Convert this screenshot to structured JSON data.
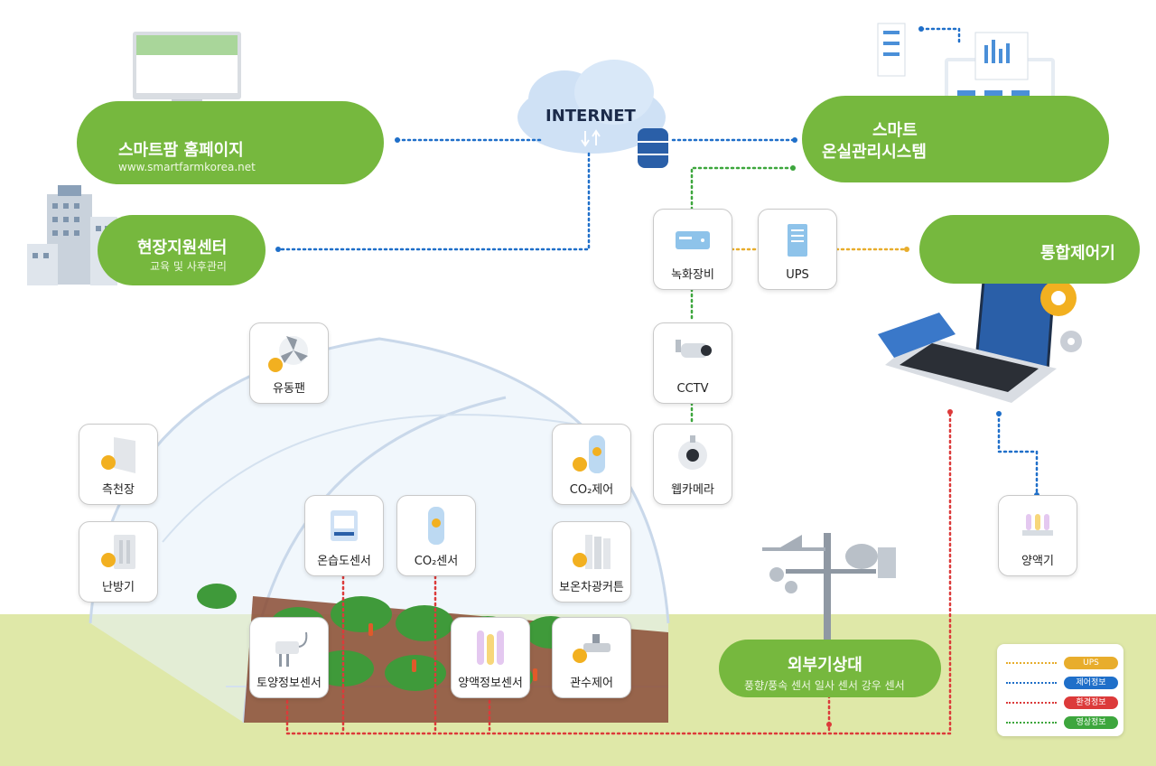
{
  "internet": {
    "label": "INTERNET"
  },
  "homepage": {
    "title": "스마트팜 홈페이지",
    "url": "www.smartfarmkorea.net"
  },
  "support": {
    "title": "현장지원센터",
    "subtitle": "교육 및 사후관리"
  },
  "greenhouse_system": {
    "title_line1": "스마트",
    "title_line2": "온실관리시스템"
  },
  "integrated": {
    "title": "통합제어기"
  },
  "weather": {
    "title": "외부기상대",
    "subtitle": "풍향/풍속 센서   일사 센서   강우 센서"
  },
  "devices": {
    "recorder": "녹화장비",
    "ups": "UPS",
    "cctv": "CCTV",
    "webcam": "웹카메라",
    "fan": "유동팬",
    "side_window": "측천장",
    "heater": "난방기",
    "temp_humidity": "온습도센서",
    "co2_sensor": "CO₂센서",
    "co2_control": "CO₂제어",
    "curtain": "보온차광커튼",
    "soil_sensor": "토양정보센서",
    "nutrient_sensor": "양액정보센서",
    "irrigation": "관수제어",
    "nutrient_machine": "양액기"
  },
  "legend": [
    {
      "label": "UPS",
      "color": "#e8ad2c"
    },
    {
      "label": "제어정보",
      "color": "#1f6fc9"
    },
    {
      "label": "환경정보",
      "color": "#dc3a3a"
    },
    {
      "label": "영상정보",
      "color": "#3da63d"
    }
  ],
  "colors": {
    "pill_green": "#76b83e",
    "ground": "#dfe8a8",
    "ups_line": "#e8ad2c",
    "control_line": "#1f6fc9",
    "env_line": "#dc3a3a",
    "video_line": "#3da63d"
  }
}
